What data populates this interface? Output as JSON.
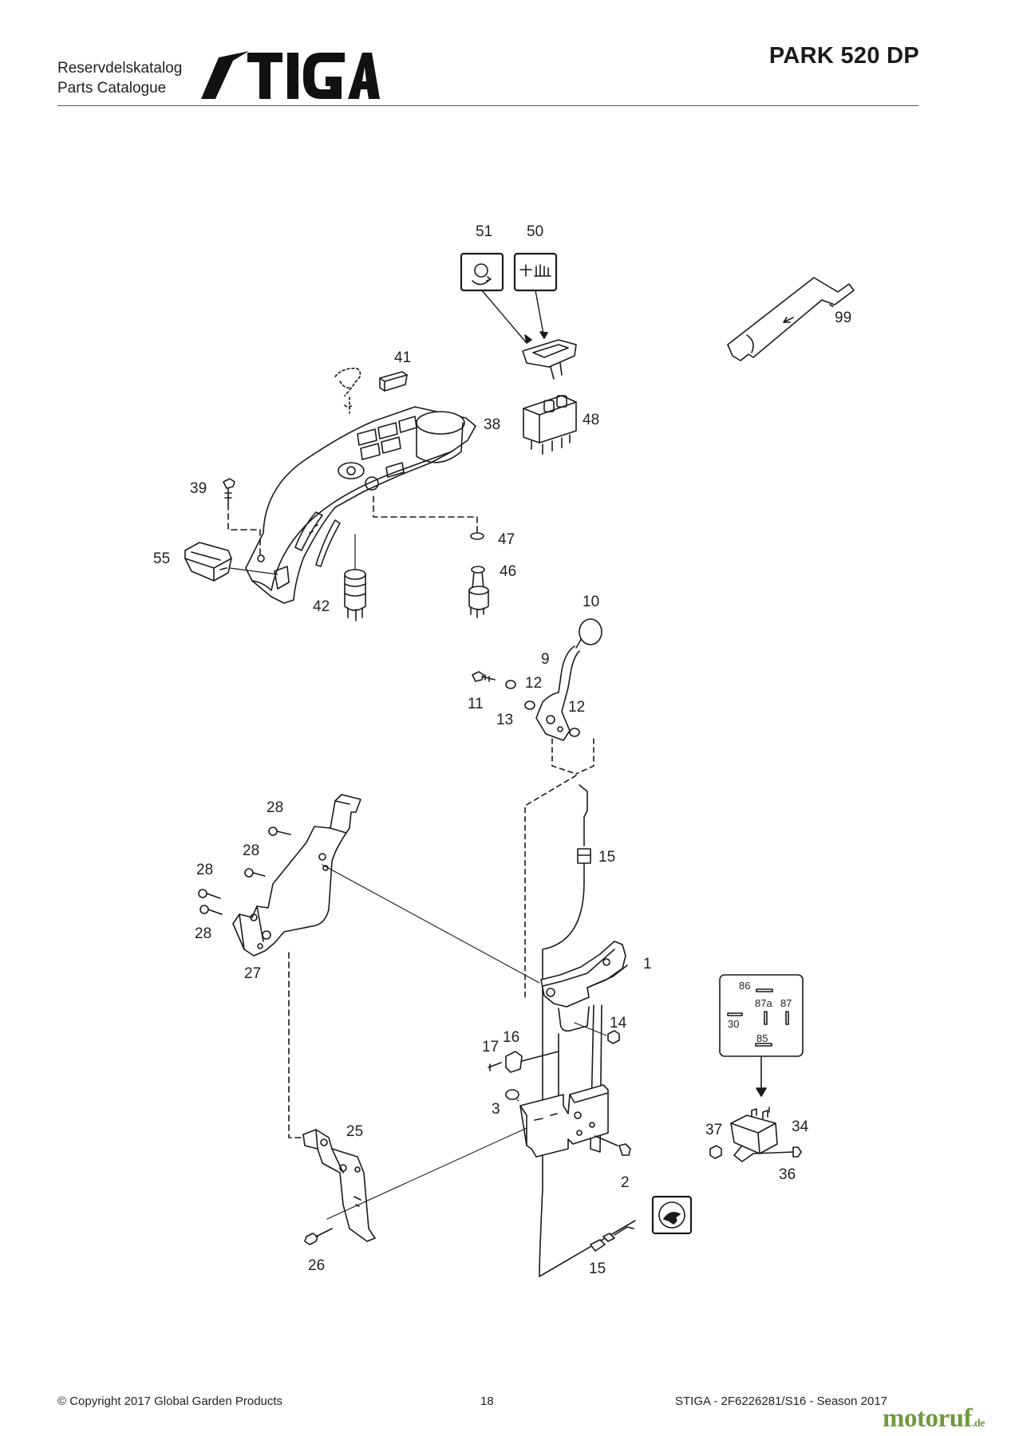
{
  "header": {
    "catalog_label_1": "Reservdelskatalog",
    "catalog_label_2": "Parts Catalogue",
    "brand_logo_text": "STIGA",
    "model": "PARK 520 DP"
  },
  "diagram": {
    "callouts": [
      "51",
      "50",
      "99",
      "41",
      "38",
      "48",
      "39",
      "47",
      "55",
      "46",
      "42",
      "10",
      "9",
      "12",
      "11",
      "13",
      "12",
      "28",
      "28",
      "15",
      "28",
      "28",
      "27",
      "1",
      "14",
      "17",
      "16",
      "3",
      "25",
      "2",
      "37",
      "34",
      "36",
      "26",
      "15"
    ],
    "relay_terminals": [
      "86",
      "87a",
      "87",
      "30",
      "85"
    ]
  },
  "footer": {
    "copyright": "© Copyright 2017 Global Garden Products",
    "page_number": "18",
    "doc_ref": "STIGA - 2F6226281/S16 - Season 2017",
    "watermark_main": "motoruf",
    "watermark_suffix": ".de"
  },
  "colors": {
    "ink": "#1a1a1a",
    "watermark": "#6f9a3e"
  }
}
